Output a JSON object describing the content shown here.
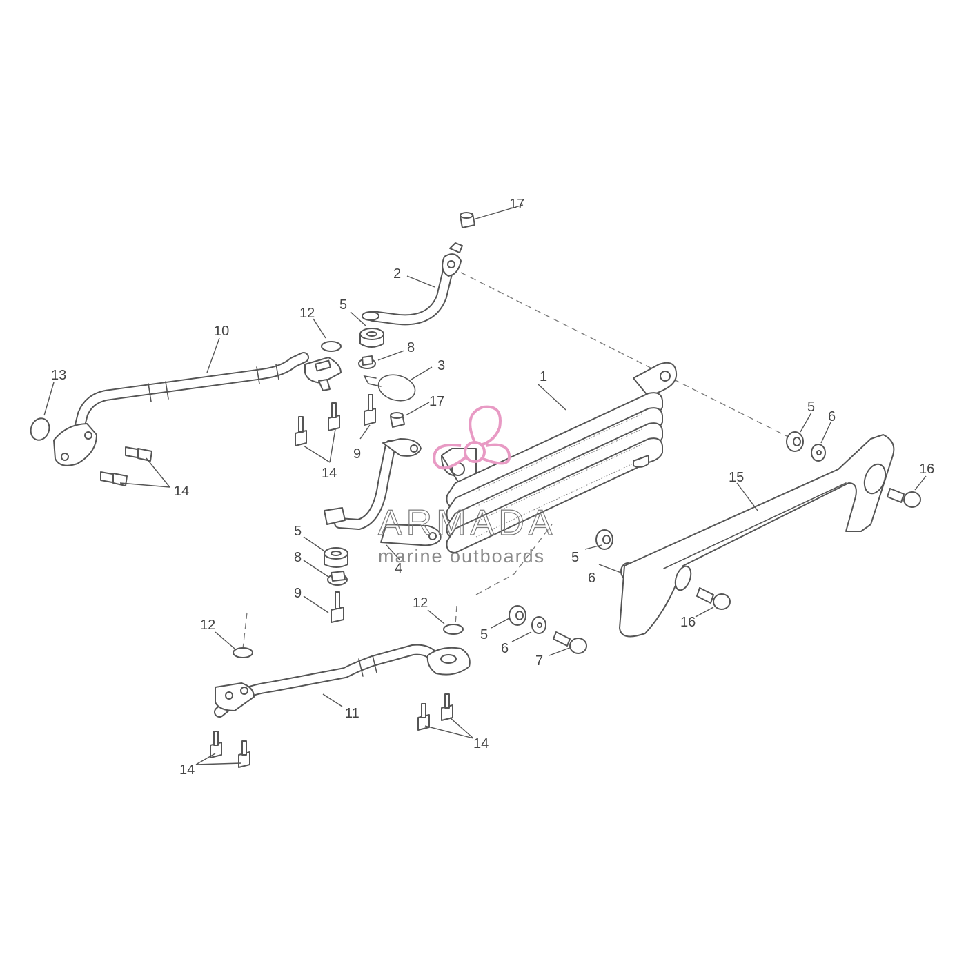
{
  "callouts": {
    "c1": "1",
    "c2": "2",
    "c3": "3",
    "c4": "4",
    "c5": "5",
    "c6": "6",
    "c7": "7",
    "c8": "8",
    "c9": "9",
    "c10": "10",
    "c11": "11",
    "c12": "12",
    "c13": "13",
    "c14": "14",
    "c15": "15",
    "c16": "16",
    "c17": "17"
  },
  "watermark": {
    "title": "ARMADA",
    "subtitle": "marine outboards"
  },
  "colors": {
    "line": "#555555",
    "logo": "#e89ac4"
  }
}
